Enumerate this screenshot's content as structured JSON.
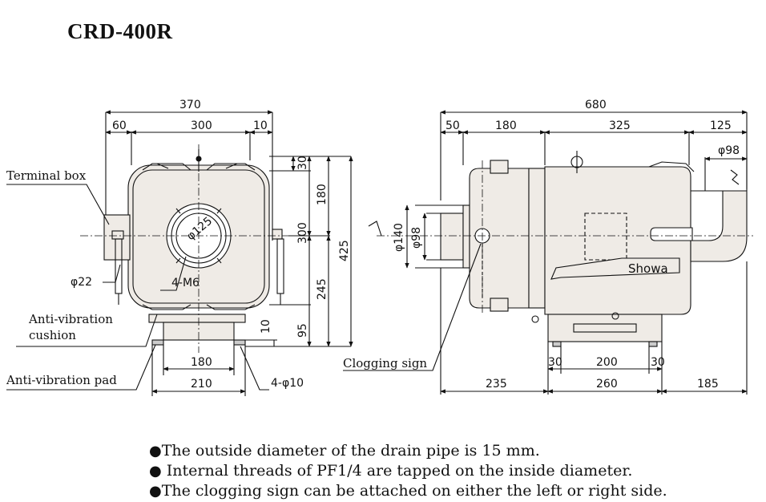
{
  "title": "CRD-400R",
  "front_view": {
    "dims": {
      "overall_width": "370",
      "left_offset": "60",
      "body_width": "300",
      "right_offset": "10",
      "top_offset": "30",
      "upper_height": "180",
      "mid_height": "300",
      "total_height": "425",
      "lower_height": "245",
      "base_height": "95",
      "pad_height": "10",
      "inner_base_width": "180",
      "base_width": "210",
      "bore_diameter": "φ125",
      "bolt_spec": "4-M6",
      "cable_diameter": "φ22",
      "hole_spec": "4-φ10"
    },
    "labels": {
      "terminal_box": "Terminal box",
      "cushion_1": "Anti-vibration",
      "cushion_2": "cushion",
      "pad": "Anti-vibration pad"
    }
  },
  "side_view": {
    "dims": {
      "overall_length": "680",
      "seg_a": "50",
      "seg_b": "180",
      "seg_c": "325",
      "seg_d": "125",
      "outlet_diameter": "φ98",
      "inlet_outer": "φ140",
      "inlet_inner": "φ98",
      "base_left": "235",
      "base_span": "260",
      "base_right": "185",
      "foot_left": "30",
      "foot_span": "200",
      "foot_right": "30"
    },
    "labels": {
      "brand": "Showa",
      "clogging": "Clogging sign"
    }
  },
  "notes": [
    "The outside diameter of the drain pipe is 15 mm.",
    "Internal threads of PF1/4 are tapped on the inside diameter.",
    "The clogging sign can be attached on either the left or right side."
  ],
  "bullet_symbol": "●",
  "colors": {
    "body_fill": "#efebe6",
    "line": "#111111"
  }
}
